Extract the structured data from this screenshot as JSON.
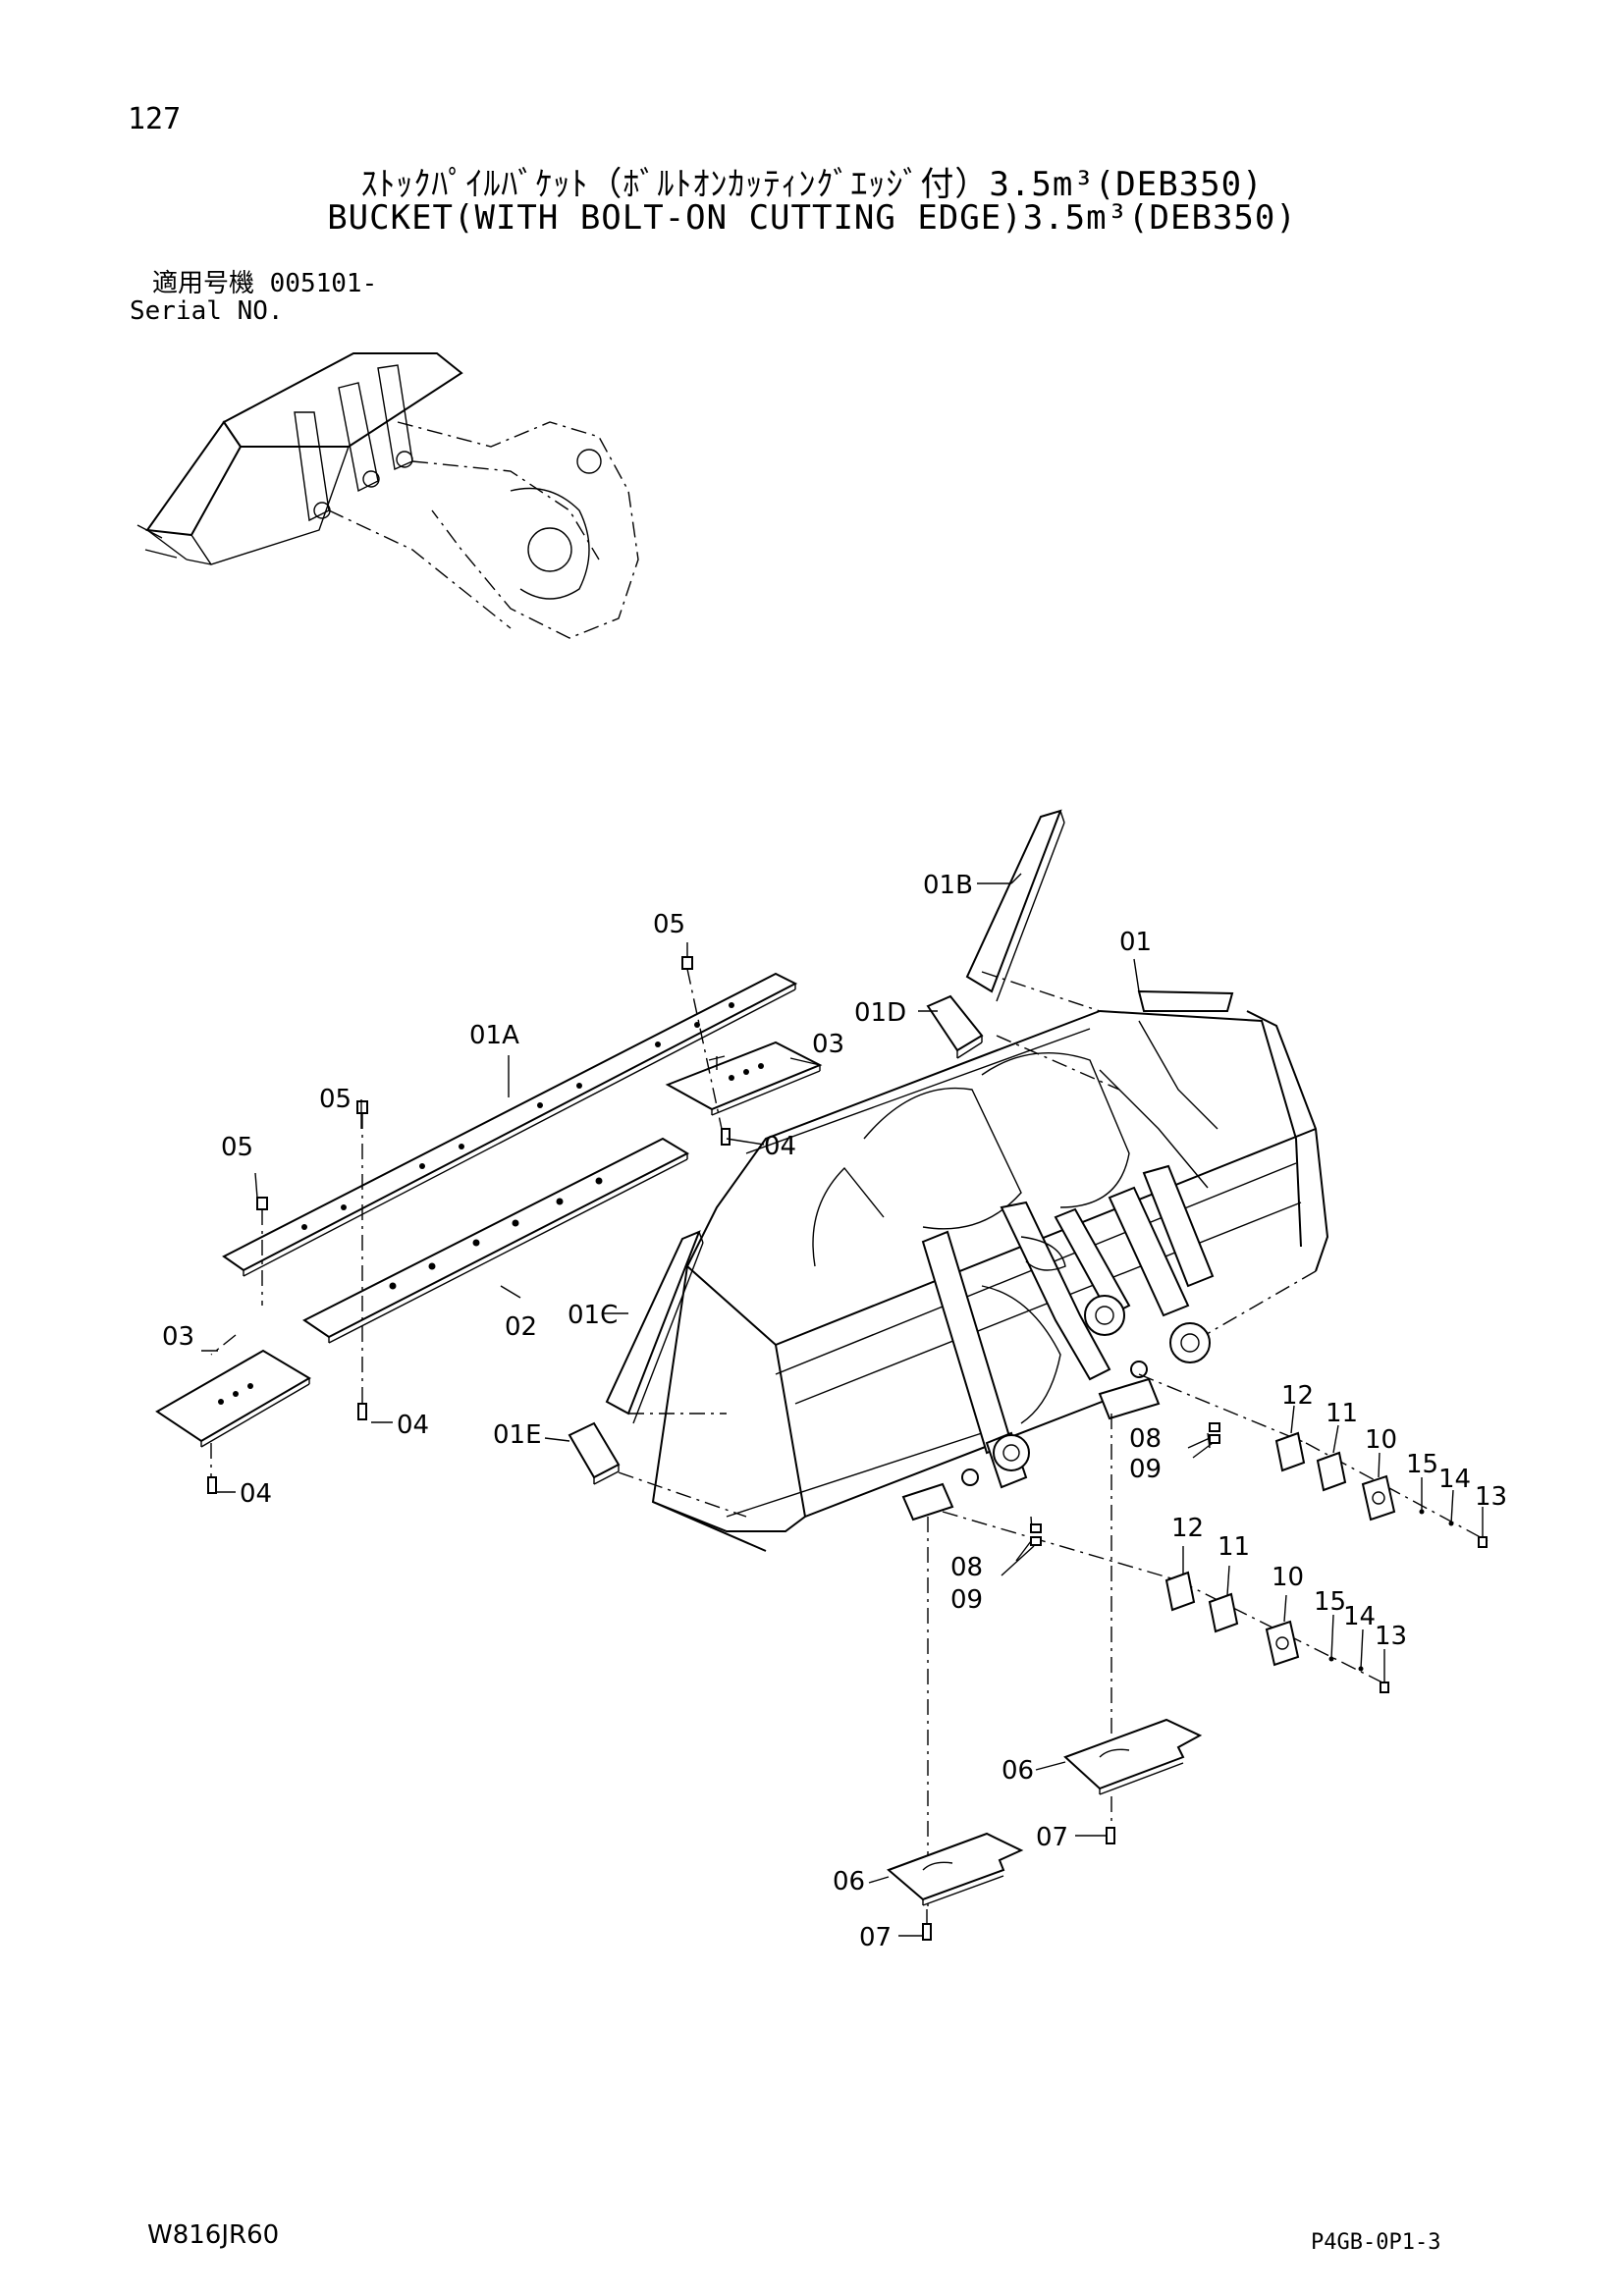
{
  "header": {
    "page_number": "127",
    "title_jp": "ｽﾄｯｸﾊﾟｲﾙﾊﾞｹｯﾄ（ﾎﾞﾙﾄｵﾝｶｯﾃｨﾝｸﾞｴｯｼﾞ付）3.5m³(DEB350)",
    "title_en": "BUCKET(WITH BOLT-ON CUTTING EDGE)3.5m³(DEB350)",
    "serial_label_jp": "適用号機 005101-",
    "serial_label_en": "Serial NO."
  },
  "footer": {
    "drawing_code": "W816JR60",
    "page_code": "P4GB-0P1-3"
  },
  "callouts": {
    "p01": "01",
    "p01A": "01A",
    "p01B": "01B",
    "p01C": "01C",
    "p01D": "01D",
    "p01E": "01E",
    "p02": "02",
    "p03_top": "03",
    "p03_left": "03",
    "p04_top": "04",
    "p04_mid": "04",
    "p04_left": "04",
    "p05_top": "05",
    "p05_mid": "05",
    "p05_left": "05",
    "p06_right": "06",
    "p06_left": "06",
    "p07_right": "07",
    "p07_left": "07",
    "p08_right": "08",
    "p08_left": "08",
    "p09_right": "09",
    "p09_left": "09",
    "p10_right": "10",
    "p10_left": "10",
    "p11_right": "11",
    "p11_left": "11",
    "p12_right": "12",
    "p12_left": "12",
    "p13_right": "13",
    "p13_left": "13",
    "p14_right": "14",
    "p14_left": "14",
    "p15_right": "15",
    "p15_left": "15"
  }
}
